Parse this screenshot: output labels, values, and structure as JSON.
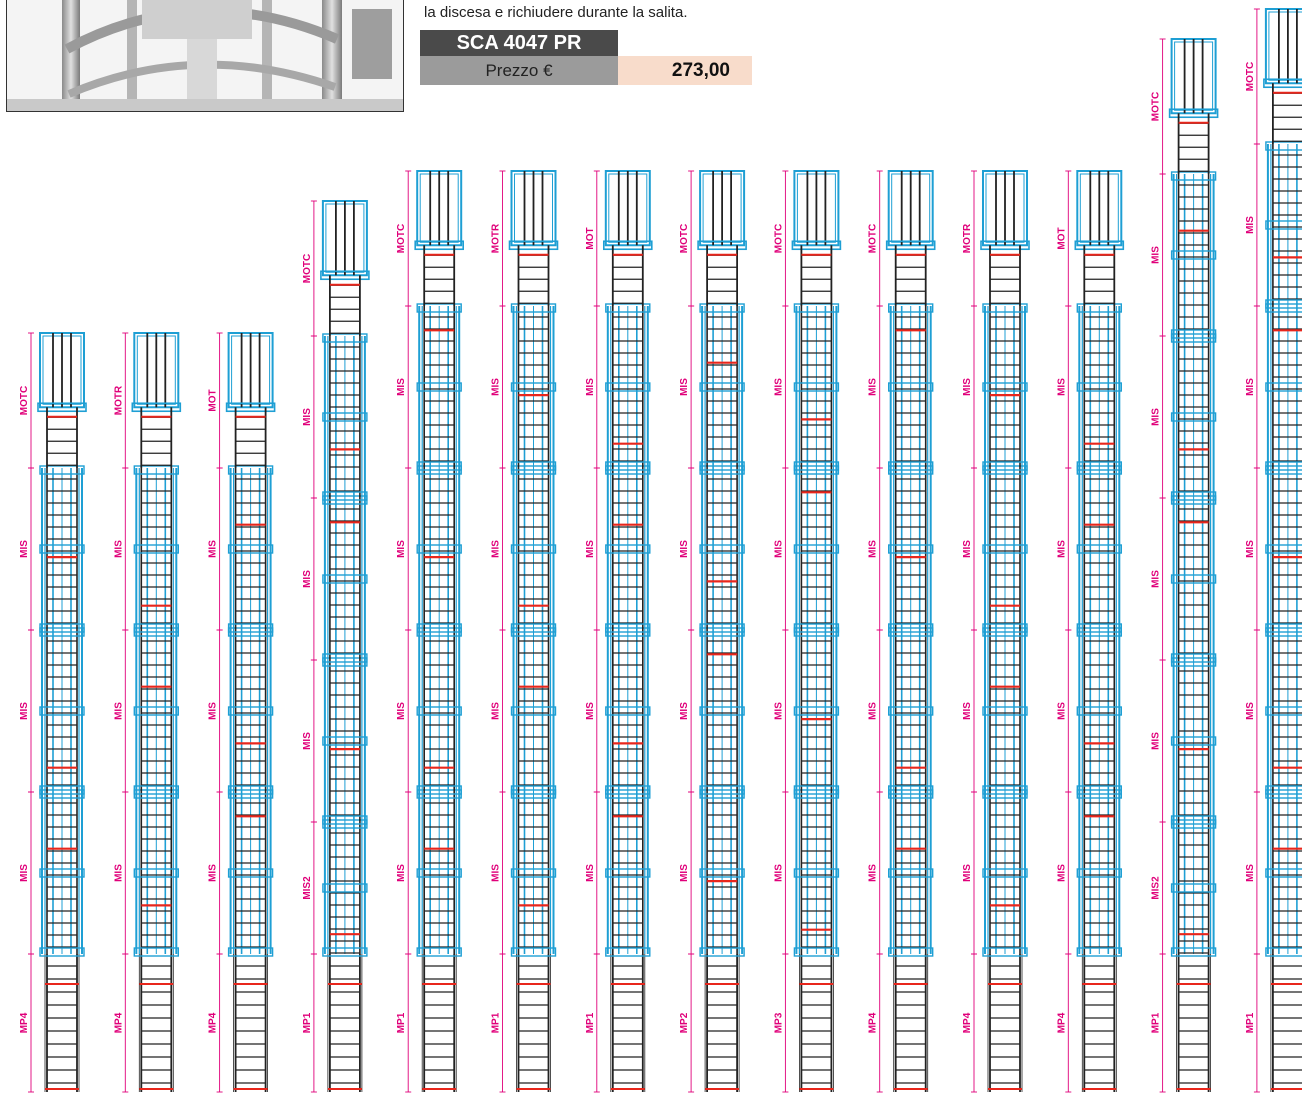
{
  "description": "la discesa e richiudere durante la salita.",
  "product": {
    "code": "SCA 4047 PR",
    "price_label": "Prezzo  €",
    "price_value": "273,00"
  },
  "colors": {
    "dimension": "#e0007a",
    "cage": "#1e9fd4",
    "hoop": "#e8261c",
    "frame": "#222222"
  },
  "ladders": [
    {
      "labels": [
        "MOTC",
        "MIS",
        "MIS",
        "MIS",
        "MP4"
      ]
    },
    {
      "labels": [
        "MOTR",
        "MIS",
        "MIS",
        "MIS",
        "MP4"
      ]
    },
    {
      "labels": [
        "MOT",
        "MIS",
        "MIS",
        "MIS",
        "MP4"
      ]
    },
    {
      "labels": [
        "MOTC",
        "MIS",
        "MIS",
        "MIS",
        "MIS2",
        "MP1"
      ]
    },
    {
      "labels": [
        "MOTC",
        "MIS",
        "MIS",
        "MIS",
        "MIS",
        "MP1"
      ]
    },
    {
      "labels": [
        "MOTR",
        "MIS",
        "MIS",
        "MIS",
        "MIS",
        "MP1"
      ]
    },
    {
      "labels": [
        "MOT",
        "MIS",
        "MIS",
        "MIS",
        "MIS",
        "MP1"
      ]
    },
    {
      "labels": [
        "MOTC",
        "MIS",
        "MIS",
        "MIS",
        "MIS",
        "MP2"
      ]
    },
    {
      "labels": [
        "MOTC",
        "MIS",
        "MIS",
        "MIS",
        "MIS",
        "MP3"
      ]
    },
    {
      "labels": [
        "MOTC",
        "MIS",
        "MIS",
        "MIS",
        "MIS",
        "MP4"
      ]
    },
    {
      "labels": [
        "MOTR",
        "MIS",
        "MIS",
        "MIS",
        "MIS",
        "MP4"
      ]
    },
    {
      "labels": [
        "MOT",
        "MIS",
        "MIS",
        "MIS",
        "MIS",
        "MP4"
      ]
    },
    {
      "labels": [
        "MOTC",
        "MIS",
        "MIS",
        "MIS",
        "MIS",
        "MIS2",
        "MP1"
      ]
    },
    {
      "labels": [
        "MOTC",
        "MIS",
        "MIS",
        "MIS",
        "MIS",
        "MIS",
        "MP1"
      ]
    }
  ]
}
